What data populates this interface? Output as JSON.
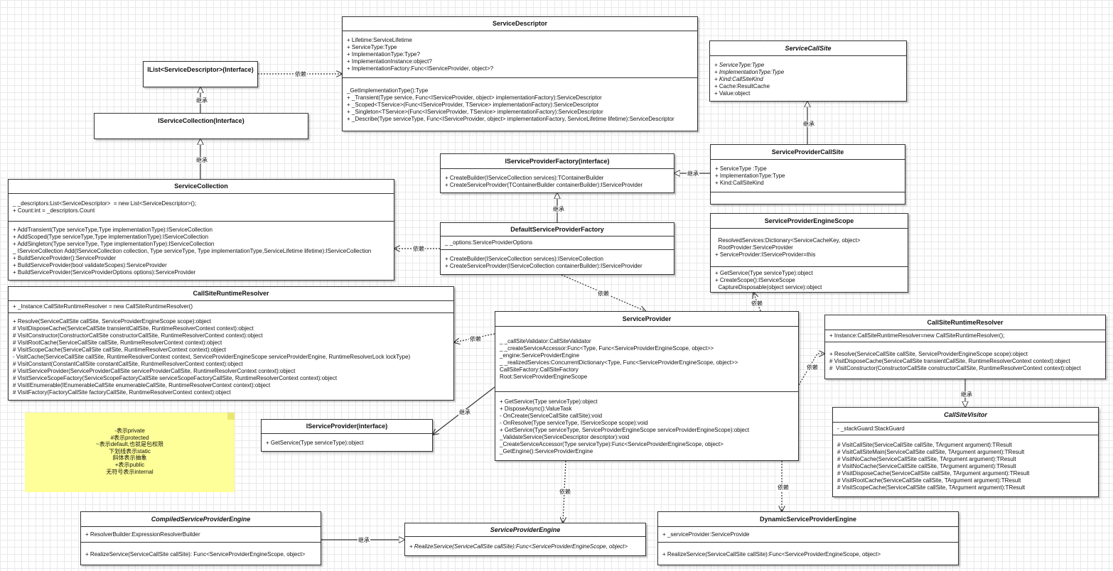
{
  "classes": {
    "ilist": {
      "title": "IList<ServiceDescriptor>(Interface)",
      "sections": []
    },
    "iservicecollection": {
      "title": "IServiceCollection(Interface)",
      "sections": []
    },
    "servicedescriptor": {
      "title": "ServiceDescriptor",
      "sections": [
        [
          "+ Lifetime:ServiceLifetime",
          "+ ServiceType:Type",
          "+ ImplementationType:Type?",
          "+ ImplementationInstance:object?",
          "+ ImplementationFactory:Func<IServiceProvider, object>?"
        ],
        [
          "_GetImplementationType():Type",
          "+ _Transient(Type service, Func<IServiceProvider, object> implementationFactory):ServiceDescriptor",
          "+ _Scoped<TService>(Func<IServiceProvider, TService> implementationFactory):ServiceDescriptor",
          "+ _Singleton<TService>(Func<IServiceProvider, TService> implementationFactory):ServiceDescriptor",
          "+ _Describe(Type serviceType, Func<IServiceProvider, object> implementationFactory, ServiceLifetime lifetime):ServiceDescriptor"
        ]
      ]
    },
    "servicecallsite": {
      "title": "ServiceCallSite",
      "sections": [
        [
          "+ ServiceType:Type",
          "+ ImplementationType:Type",
          "+ Kind:CallSiteKind",
          "+ Cache:ResultCache",
          "+ Value:object"
        ]
      ]
    },
    "serviceprovidercallsite": {
      "title": "ServiceProviderCallSite",
      "sections": [
        [
          "+ ServiceType :Type",
          "+ ImplementationType:Type",
          "+ Kind:CallSiteKind"
        ],
        []
      ]
    },
    "iserviceproviderfactory": {
      "title": "IServiceProviderFactory(interface)",
      "sections": [
        [
          "+ CreateBuilder(IServiceCollection services):TContainerBuilder",
          "+ CreateServiceProvider(TContainerBuilder containerBuilder):IServiceProvider"
        ]
      ]
    },
    "servicecollection": {
      "title": "ServiceCollection",
      "sections": [
        [
          "_ _descriptors:List<ServiceDescriptor>  = new List<ServiceDescriptor>();",
          "+ Count:int = _descriptors.Count"
        ],
        [
          "+ AddTransient(Type serviceType,Type implementationType):IServiceCollection",
          "+ AddScoped(Type serviceType,Type implementationType):IServiceCollection",
          "+ AddSingleton(Type serviceType, Type implementationType):IServiceCollection",
          "_ IServiceCollection Add(IServiceCollection collection, Type serviceType, Type implementationType,ServiceLifetime lifetime):IServiceCollection",
          "+ BuildServiceProvider():ServiceProvider",
          "+ BuildServiceProvider(bool validateScopes):ServiceProvider",
          "+ BuildServiceProvider(ServiceProviderOptions options):ServiceProvider"
        ]
      ]
    },
    "defaultserviceproviderfactory": {
      "title": "DefaultServiceProviderFactory",
      "sections": [
        [
          "_ _options:ServiceProviderOptions"
        ],
        [
          "+ CreateBuilder(IServiceCollection services):IServiceCollection",
          "+ CreateServiceProvider(IServiceCollection containerBuilder):IServiceProvider"
        ]
      ]
    },
    "serviceproviderenginescope": {
      "title": "ServiceProviderEngineScope",
      "sections": [
        [
          "  ResolvedServices:Dictionary<ServiceCacheKey, object>",
          "  RootProvider:ServiceProvider",
          "+ ServiceProvider:IServiceProvider=this"
        ],
        [
          "+ GetService(Type serviceType):object",
          "+ CreateScope():IServiceScope",
          "  CaptureDisposable(object service):object"
        ]
      ]
    },
    "callsiteruntimeresolver": {
      "title": "CallSiteRuntimeResolver",
      "sections": [
        [
          "+ _Instance:CallSiteRuntimeResolver = new CallSiteRuntimeResolver()"
        ],
        [
          "+ Resolve(ServiceCallSite callSite, ServiceProviderEngineScope scope):object",
          "# VisitDisposeCache(ServiceCallSite transientCallSite, RuntimeResolverContext context):object",
          "# VisitConstructor(ConstructorCallSite constructorCallSite, RuntimeResolverContext context):object",
          "# VisitRootCache(ServiceCallSite callSite, RuntimeResolverContext context):object",
          "# VisitScopeCache(ServiceCallSite callSite, RuntimeResolverContext context):object",
          "- VisitCache(ServiceCallSite callSite, RuntimeResolverContext context, ServiceProviderEngineScope serviceProviderEngine, RuntimeResolverLock lockType)",
          "# VisitConstant(ConstantCallSite constantCallSite, RuntimeResolverContext context):object",
          "# VisitServiceProvider(ServiceProviderCallSite serviceProviderCallSite, RuntimeResolverContext context):object",
          "# VisitServiceScopeFactory(ServiceScopeFactoryCallSite serviceScopeFactoryCallSite, RuntimeResolverContext context):object",
          "# VisitIEnumerable(IEnumerableCallSite enumerableCallSite, RuntimeResolverContext context):object",
          "# VisitFactory(FactoryCallSite factoryCallSite, RuntimeResolverContext context):object"
        ]
      ]
    },
    "serviceprovider": {
      "title": "ServiceProvider",
      "sections": [
        [
          "_ _callSiteValidator:CallSiteValidator",
          "_ _createServiceAccessor:Func<Type, Func<ServiceProviderEngineScope, object>>",
          "_engine:ServiceProviderEngine",
          "_ _realizedServices:ConcurrentDictionary<Type, Func<ServiceProviderEngineScope, object>>",
          "CallSiteFactory:CallSiteFactory",
          "Root:ServiceProviderEngineScope"
        ],
        [
          "+ GetService(Type serviceType):object",
          "+ DisposeAsync():ValueTask",
          "- OnCreate(ServiceCallSite callSite):void",
          "- OnResolve(Type serviceType, IServiceScope scope):void",
          "+ GetService(Type serviceType, ServiceProviderEngineScope serviceProviderEngineScope):object",
          "_ValidateService(ServiceDescriptor descriptor):void",
          "_CreateServiceAccessor(Type serviceType):Func<ServiceProviderEngineScope, object>",
          "_GetEngine():ServiceProviderEngine"
        ]
      ]
    },
    "callsiteruntimeresolver2": {
      "title": "CallSiteRuntimeResolver",
      "sections": [
        [
          "+ Instance:CallSiteRuntimeResolver=new CallSiteRuntimeResolver();"
        ],
        [
          "+ Resolve(ServiceCallSite callSite, ServiceProviderEngineScope scope):object",
          "# VisitDisposeCache(ServiceCallSite transientCallSite, RuntimeResolverContext context):object",
          "#  VisitConstructor(ConstructorCallSite constructorCallSite, RuntimeResolverContext context):object"
        ]
      ]
    },
    "iserviceprovider": {
      "title": "IServiceProvider(interface)",
      "sections": [
        [
          "+ GetService(Type serviceType):object"
        ]
      ]
    },
    "callsitevisitor": {
      "title": "CallSiteVisitor",
      "sections": [
        [
          "- _stackGuard:StackGuard"
        ],
        [
          "# VisitCallSite(ServiceCallSite callSite, TArgument argument):TResult",
          "# VisitCallSiteMain(ServiceCallSite callSite, TArgument argument):TResult",
          "# VisitNoCache(ServiceCallSite callSite, TArgument argument):TResult",
          "# VisitNoCache(ServiceCallSite callSite, TArgument argument):TResult",
          "# VisitDisposeCache(ServiceCallSite callSite, TArgument argument):TResult",
          "# VisitRootCache(ServiceCallSite callSite, TArgument argument):TResult",
          "# VisitScopeCache(ServiceCallSite callSite, TArgument argument):TResult"
        ]
      ]
    },
    "compiledengine": {
      "title": "CompiledServiceProviderEngine",
      "sections": [
        [
          "+ ResolverBuilder:ExpressionResolverBuilder"
        ],
        [
          "+ RealizeService(ServiceCallSite callSite): Func<ServiceProviderEngineScope, object>"
        ]
      ]
    },
    "serviceproviderengine": {
      "title": "ServiceProviderEngine",
      "sections": [
        [
          "+ RealizeService(ServiceCallSite callSite):Func<ServiceProviderEngineScope, object>"
        ]
      ]
    },
    "dynamicengine": {
      "title": "DynamicServiceProviderEngine",
      "sections": [
        [
          "+ _serviceProvider:ServiceProvide"
        ],
        [
          "+ RealizeService(ServiceCallSite callSite):Func<ServiceProviderEngineScope, object>"
        ]
      ]
    }
  },
  "relations": {
    "depends": "依赖",
    "inherits": "继承"
  },
  "note": {
    "lines": [
      "-表示private",
      "#表示protected",
      "~表示default,也就是包权限",
      "下划线表示static",
      "斜体表示抽象",
      "+表示public",
      "无符号表示internal"
    ]
  }
}
